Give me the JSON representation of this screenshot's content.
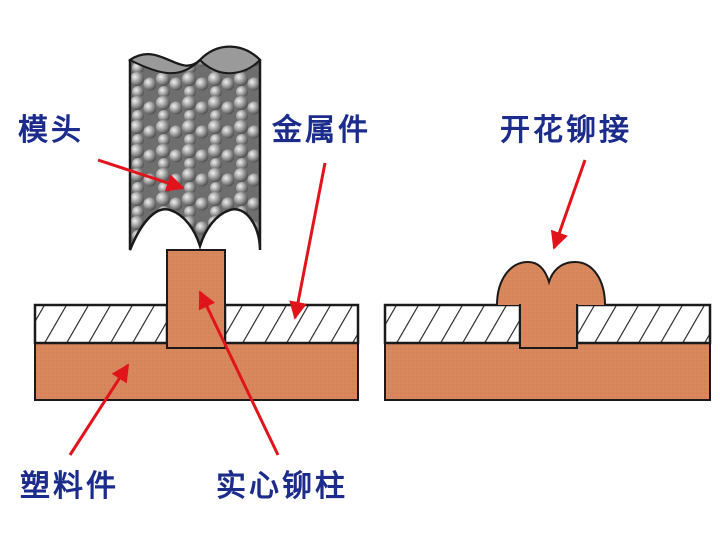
{
  "labels": {
    "die": "模头",
    "metal_part": "金属件",
    "flower_riveting": "开花铆接",
    "plastic_part": "塑料件",
    "solid_rivet_post": "实心铆柱"
  },
  "colors": {
    "plastic": "#d9875c",
    "metal_face": "#ffffff",
    "hatch": "#222222",
    "outline": "#1a1a1a",
    "die_fill": "#8e8e8e",
    "arrow": "#e1141c",
    "label_text": "#1c2c8c"
  }
}
